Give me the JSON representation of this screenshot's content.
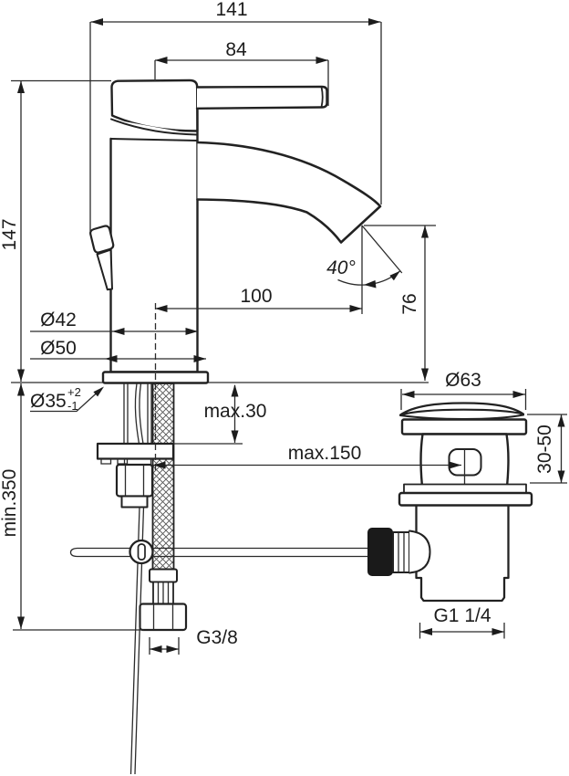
{
  "drawing": {
    "type": "technical-installation-diagram",
    "subject": "single-lever basin mixer faucet with pop-up waste",
    "colors": {
      "line": "#222222",
      "background": "#ffffff",
      "text": "#1c1c1c"
    },
    "dims": {
      "overall_depth": "141",
      "lever_reach": "84",
      "body_height": "147",
      "spout_projection": "100",
      "spout_angle": "40°",
      "outlet_height": "76",
      "body_diameter": "Ø42",
      "base_diameter": "Ø50",
      "hole_diameter": "Ø35",
      "hole_tol_plus": "+2",
      "hole_tol_minus": "-1",
      "deck_thickness_max": "max.30",
      "rod_distance_max": "max.150",
      "waste_cap_diameter": "Ø63",
      "clamping_range": "30-50",
      "hose_length_min": "min.350",
      "inlet_thread": "G3/8",
      "waste_thread": "G1 1/4"
    }
  }
}
